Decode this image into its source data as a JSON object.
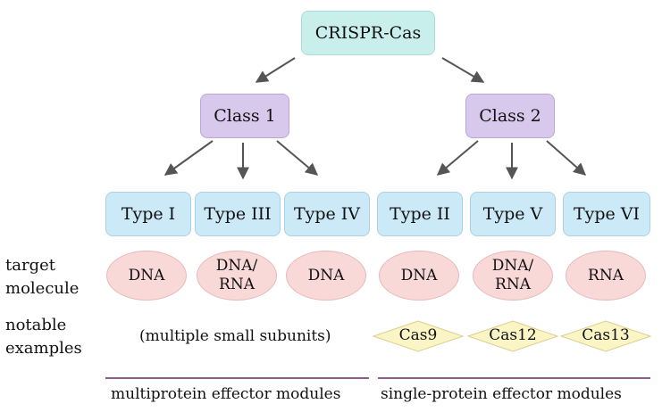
{
  "root": "CRISPR-Cas",
  "classes": [
    "Class 1",
    "Class 2"
  ],
  "types": [
    "Type I",
    "Type III",
    "Type IV",
    "Type II",
    "Type V",
    "Type VI"
  ],
  "row_labels": {
    "target": [
      "target",
      "molecule"
    ],
    "examples": [
      "notable",
      "examples"
    ]
  },
  "targets": [
    {
      "l1": "DNA",
      "l2": ""
    },
    {
      "l1": "DNA/",
      "l2": "RNA"
    },
    {
      "l1": "DNA",
      "l2": ""
    },
    {
      "l1": "DNA",
      "l2": ""
    },
    {
      "l1": "DNA/",
      "l2": "RNA"
    },
    {
      "l1": "RNA",
      "l2": ""
    }
  ],
  "class1_examples": "(multiple small subunits)",
  "class2_examples": [
    "Cas9",
    "Cas12",
    "Cas13"
  ],
  "footers": [
    "multiprotein effector modules",
    "single-protein effector modules"
  ],
  "colors": {
    "root": "#c9efec",
    "class": "#d8c8ec",
    "type": "#cbe9f7",
    "target": "#f9d8d8",
    "example": "#fbf4c4",
    "divider": "#8c5a8c",
    "arrow": "#555555"
  }
}
